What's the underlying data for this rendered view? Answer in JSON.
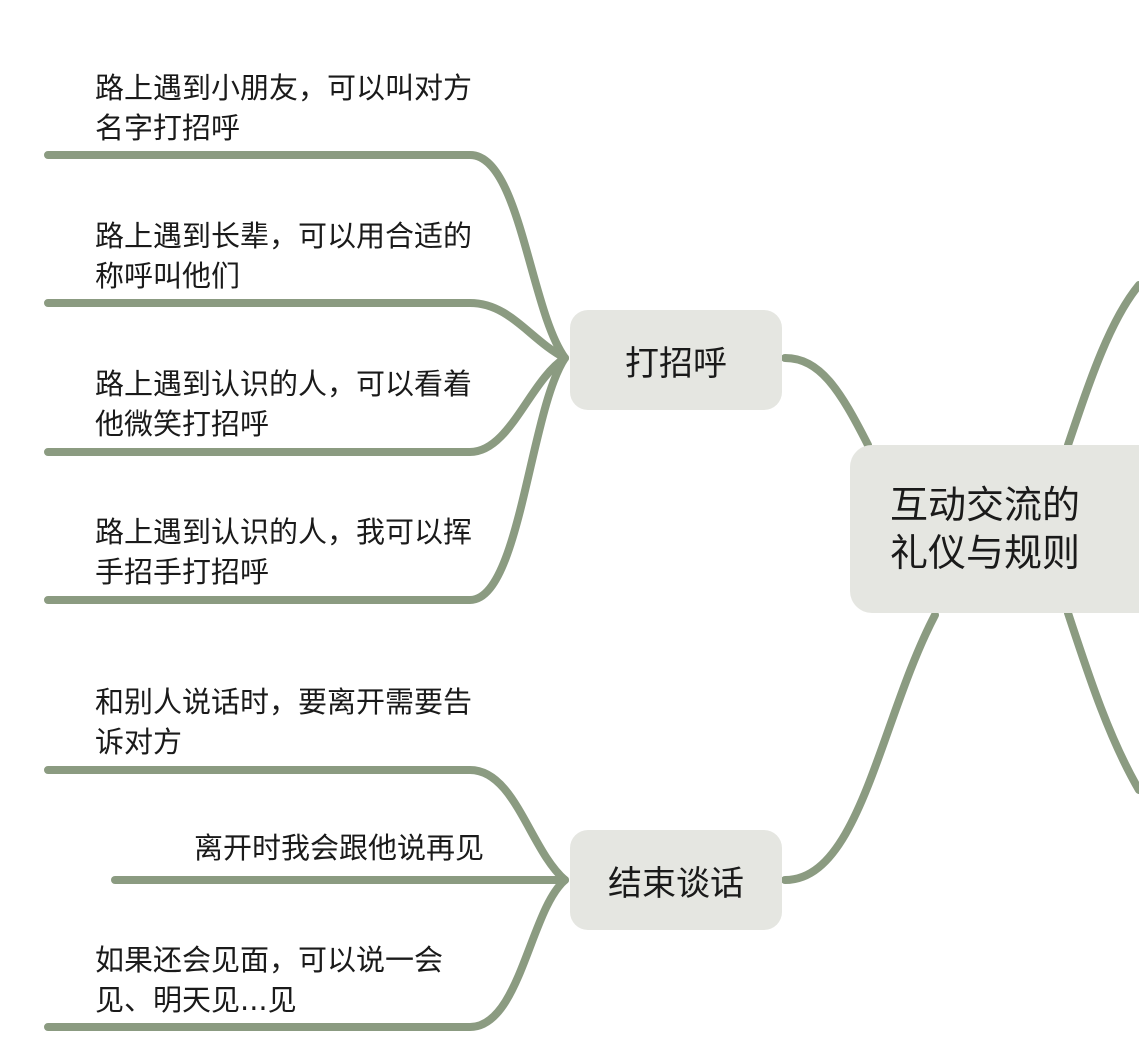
{
  "root": {
    "label": "互动交流的礼仪与规则"
  },
  "branches": [
    {
      "label": "打招呼",
      "items": [
        "路上遇到小朋友，可以叫对方名字打招呼",
        "路上遇到长辈，可以用合适的称呼叫他们",
        "路上遇到认识的人，可以看着他微笑打招呼",
        "路上遇到认识的人，我可以挥手招手打招呼"
      ]
    },
    {
      "label": "结束谈话",
      "items": [
        "和别人说话时，要离开需要告诉对方",
        "离开时我会跟他说再见",
        "如果还会见面，可以说一会见、明天见...见"
      ]
    }
  ],
  "colors": {
    "connector": "#8b9b81",
    "node_fill": "#e5e6e1",
    "text": "#1a1a1a",
    "background": "#ffffff"
  }
}
